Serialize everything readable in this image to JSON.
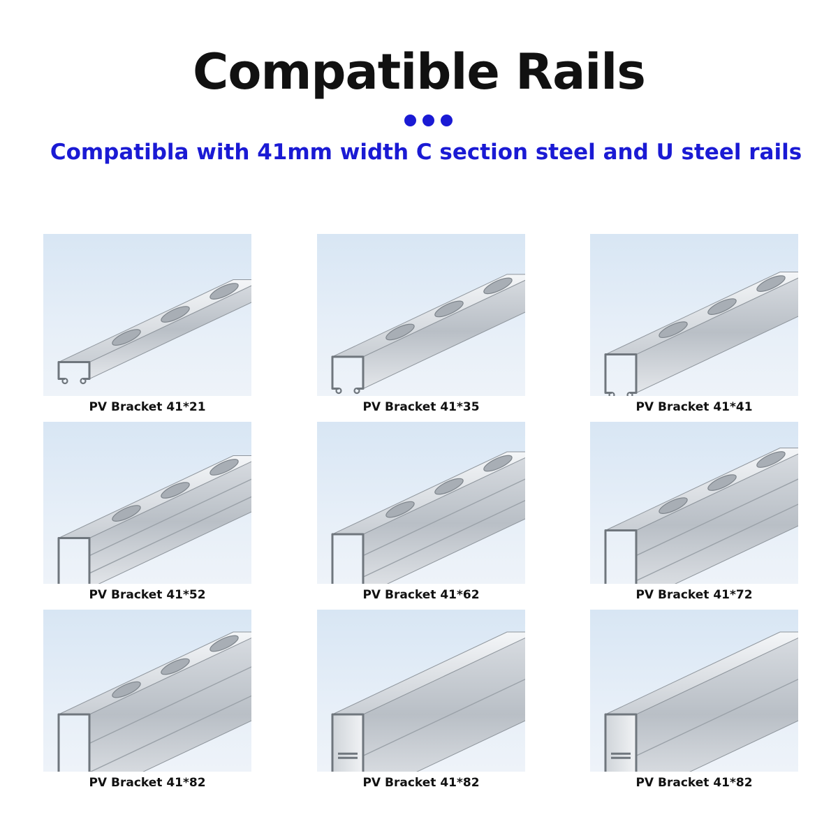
{
  "title": "Compatible Rails",
  "subtitle": "Compatibla with 41mm width C section steel and U steel rails",
  "colors": {
    "accent": "#1a1ad4",
    "dots": "#1a1ad4",
    "title": "#111111"
  },
  "products": [
    {
      "label": "PV Bracket 41*21",
      "profile": "slotted-channel",
      "height_mm": 21
    },
    {
      "label": "PV Bracket 41*35",
      "profile": "slotted-channel",
      "height_mm": 35
    },
    {
      "label": "PV Bracket 41*41",
      "profile": "slotted-channel",
      "height_mm": 41
    },
    {
      "label": "PV Bracket 41*52",
      "profile": "slotted-channel",
      "height_mm": 52
    },
    {
      "label": "PV Bracket 41*62",
      "profile": "slotted-channel",
      "height_mm": 62
    },
    {
      "label": "PV Bracket 41*72",
      "profile": "slotted-channel",
      "height_mm": 72
    },
    {
      "label": "PV Bracket 41*82",
      "profile": "slotted-channel",
      "height_mm": 82
    },
    {
      "label": "PV Bracket 41*82",
      "profile": "back-to-back-channel",
      "height_mm": 82
    },
    {
      "label": "PV Bracket 41*82",
      "profile": "back-to-back-channel",
      "height_mm": 82
    }
  ]
}
